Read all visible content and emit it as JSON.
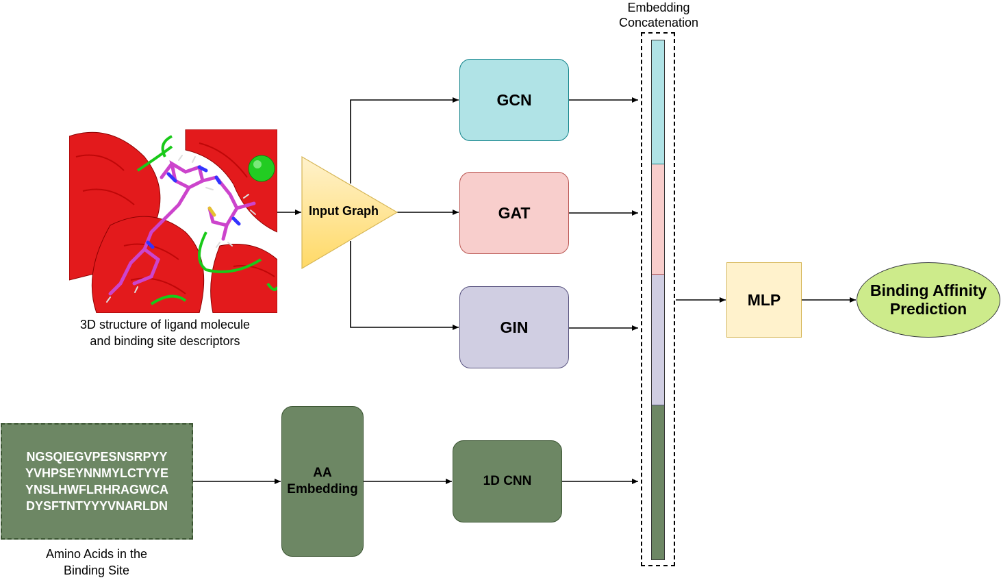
{
  "ligand": {
    "caption_line1": "3D structure of ligand molecule",
    "caption_line2": "and binding site descriptors"
  },
  "input_graph": {
    "label": "Input Graph"
  },
  "gnn_branches": [
    {
      "label": "GCN",
      "fill": "#b0e3e6",
      "stroke": "#0e8088"
    },
    {
      "label": "GAT",
      "fill": "#f8cecc",
      "stroke": "#b85450"
    },
    {
      "label": "GIN",
      "fill": "#d0cee2",
      "stroke": "#56517e"
    }
  ],
  "amino_acids": {
    "sequence_lines": [
      "NGSQIEGVPESNSRPYY",
      "YVHPSEYNNMYLCTYYE",
      "YNSLHWFLRHRAGWCA",
      "DYSFTNTYYYVNARLDN"
    ],
    "caption_line1": "Amino Acids in the",
    "caption_line2": "Binding Site"
  },
  "aa_embedding": {
    "line1": "AA",
    "line2": "Embedding"
  },
  "cnn": {
    "label": "1D CNN"
  },
  "concat": {
    "title_line1": "Embedding",
    "title_line2": "Concatenation",
    "segment_colors": [
      "#b0e3e6",
      "#f8cecc",
      "#d0cee2",
      "#6d8764"
    ]
  },
  "mlp": {
    "label": "MLP",
    "fill": "#fff2cc",
    "stroke": "#d6b656"
  },
  "output": {
    "line1": "Binding Affinity",
    "line2": "Prediction",
    "fill": "#cdeb8b",
    "stroke": "#36393d"
  }
}
